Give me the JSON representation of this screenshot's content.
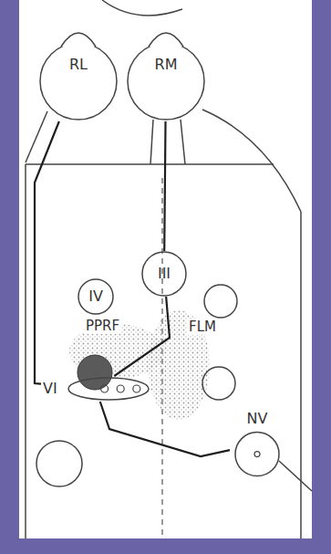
{
  "diagram": {
    "nodes": [
      {
        "text": [
          "RL"
        ]
      },
      {
        "text": [
          "RM"
        ]
      },
      {
        "text": [
          "III"
        ]
      },
      {
        "text": [
          "IV"
        ]
      },
      {
        "text": [
          "VI"
        ]
      },
      {
        "text": [
          "NV"
        ]
      }
    ],
    "edges": [
      {
        "from": 2,
        "to": 1,
        "arrow": "none"
      },
      {
        "from": 4,
        "to": 0,
        "arrow": "none"
      },
      {
        "from": 4,
        "to": 2,
        "arrow": "none"
      },
      {
        "from": 5,
        "to": 4,
        "arrow": "none"
      }
    ],
    "labels": [
      "PPRF",
      "FLM"
    ]
  }
}
